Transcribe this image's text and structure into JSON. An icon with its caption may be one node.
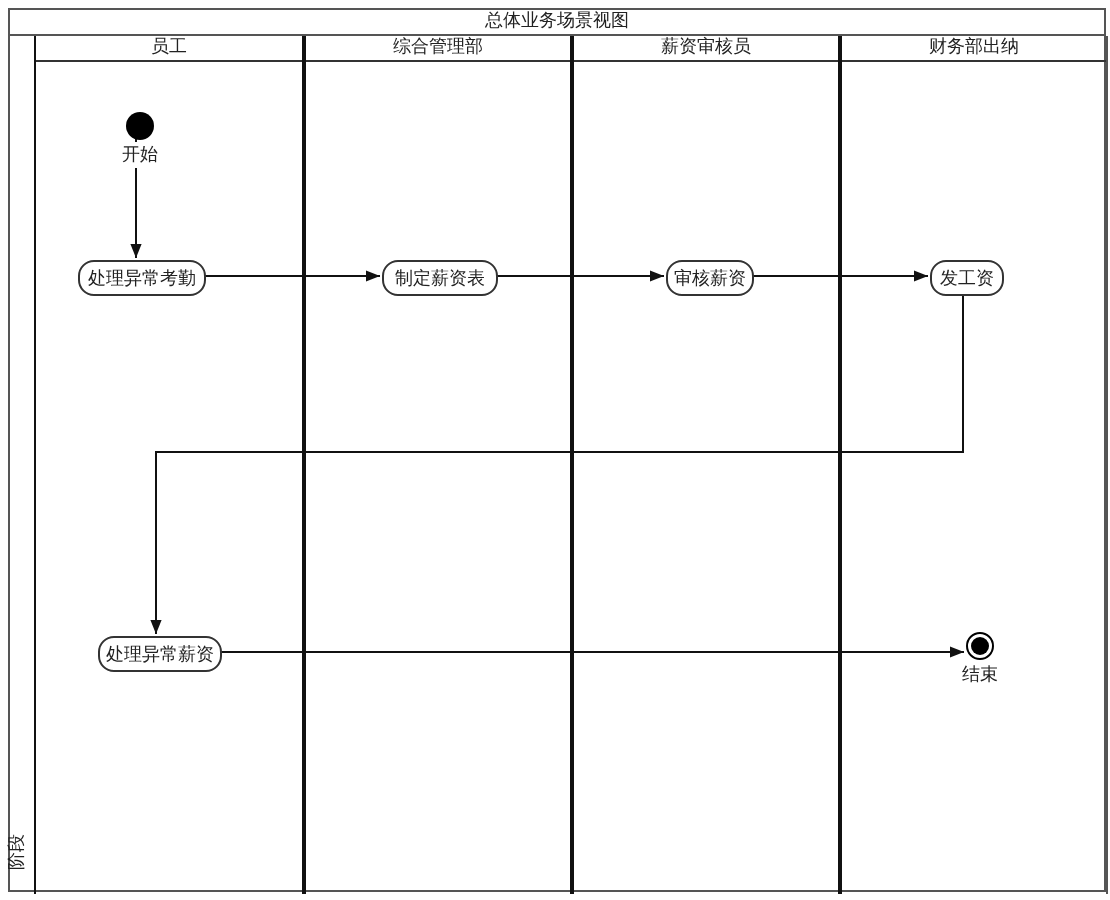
{
  "diagram": {
    "nodes": [
      {
        "text": [
          "总体业务场景视图"
        ]
      },
      {
        "text": [
          "阶段"
        ],
        "in": 0
      },
      {
        "text": [
          "员工"
        ],
        "in": 1
      },
      {
        "text": [
          "综合管理部"
        ],
        "in": 1
      },
      {
        "text": [
          "薪资审核员"
        ],
        "in": 1
      },
      {
        "text": [
          "财务部出纳"
        ],
        "in": 1
      },
      {
        "text": [],
        "shape": "circle",
        "beside": [
          "开始"
        ],
        "in": 2
      },
      {
        "text": [
          "处理异常考勤"
        ],
        "in": 2
      },
      {
        "text": [
          "制定薪资表"
        ],
        "in": 3
      },
      {
        "text": [
          "审核薪资"
        ],
        "in": 4
      },
      {
        "text": [
          "发工资"
        ],
        "in": 5
      },
      {
        "text": [
          "处理异常薪资"
        ],
        "in": 2
      },
      {
        "text": [],
        "shape": "circle",
        "beside": [
          "结束"
        ],
        "in": 5
      }
    ],
    "edges": [
      {
        "from": 6,
        "to": 7,
        "arrow": "to"
      },
      {
        "from": 7,
        "to": 8,
        "arrow": "to"
      },
      {
        "from": 8,
        "to": 9,
        "arrow": "to"
      },
      {
        "from": 9,
        "to": 10,
        "arrow": "to"
      },
      {
        "from": 10,
        "to": 11,
        "arrow": "to"
      },
      {
        "from": 11,
        "to": 12,
        "arrow": "to"
      }
    ]
  }
}
